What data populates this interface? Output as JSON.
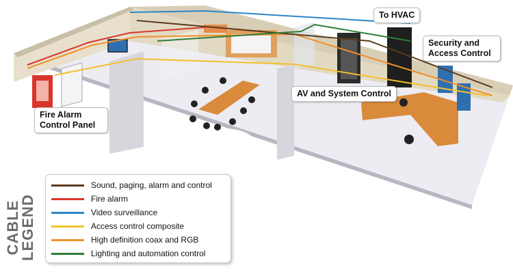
{
  "callouts": {
    "fire_alarm": [
      "Fire Alarm",
      "Control Panel"
    ],
    "hvac": "To HVAC",
    "security": [
      "Security and",
      "Access Control"
    ],
    "av": "AV and System Control"
  },
  "legend": {
    "title": [
      "CABLE",
      "LEGEND"
    ],
    "items": [
      {
        "label": "Sound, paging, alarm and control",
        "color": "#5a3a1e"
      },
      {
        "label": "Fire alarm",
        "color": "#d8352b"
      },
      {
        "label": "Video surveillance",
        "color": "#2a86c8"
      },
      {
        "label": "Access control composite",
        "color": "#f2c02a"
      },
      {
        "label": "High definition coax and RGB",
        "color": "#f0902a"
      },
      {
        "label": "Lighting and automation control",
        "color": "#2f7d3a"
      }
    ]
  },
  "colors": {
    "floor": "#ececf2",
    "wall": "#e8e0cc",
    "wall_side": "#d8ceb6",
    "table": "#d98a3a",
    "rack": "#2b2b2b",
    "fire_panel": "#d8352b"
  }
}
